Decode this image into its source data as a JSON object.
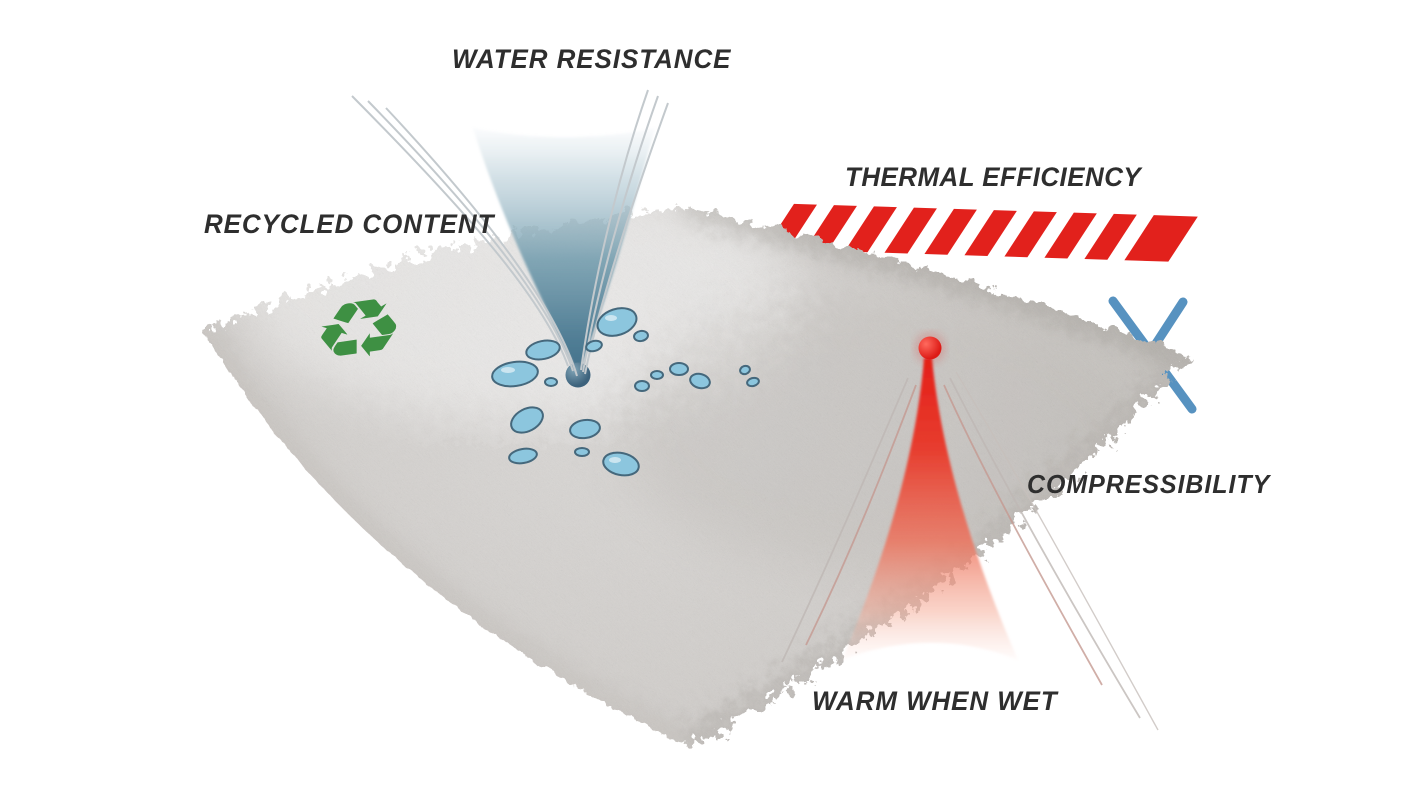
{
  "figure": {
    "background": "#ffffff",
    "labels": {
      "water_resistance": "WATER RESISTANCE",
      "recycled_content": "RECYCLED CONTENT",
      "thermal_efficiency": "THERMAL EFFICIENCY",
      "compressibility": "COMPRESSIBILITY",
      "warm_when_wet": "WARM WHEN WET"
    },
    "colors": {
      "label_text": "#2e2e2e",
      "red": "#e2211c",
      "chevron_blue": "#4f8dbd",
      "droplet_fill": "#8cc6de",
      "droplet_rim": "#45687c",
      "funnel_blue": "#487b94",
      "recycle_green": "#3e9043",
      "pad_gray": "#d6d4d1",
      "splash_line_gray": "#c3c9cd"
    },
    "icons": {
      "recycle_glyph": "♻"
    },
    "thermal_stripes": {
      "count": 10,
      "color": "#e2211c"
    }
  }
}
